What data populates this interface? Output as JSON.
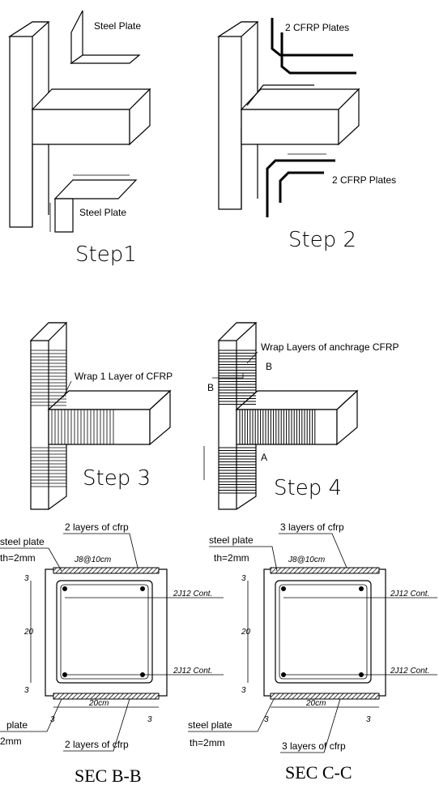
{
  "steps": {
    "step1": {
      "title": "Step1",
      "steel_plate_top": "Steel Plate",
      "steel_plate_bottom": "Steel Plate"
    },
    "step2": {
      "title": "Step 2",
      "cfrp_top": "2 CFRP Plates",
      "cfrp_bottom": "2 CFRP Plates"
    },
    "step3": {
      "title": "Step 3",
      "wrap_label": "Wrap 1 Layer of CFRP"
    },
    "step4": {
      "title": "Step 4",
      "wrap_label": "Wrap Layers of anchrage CFRP",
      "marker_b_left": "B",
      "marker_b_right": "B",
      "marker_a": "A"
    }
  },
  "sections": {
    "bb": {
      "title": "SEC  B-B",
      "top_layers": "2 layers of cfrp",
      "bottom_layers": "2 layers of cfrp",
      "steel_plate_top": "steel plate",
      "thickness_top": "th=2mm",
      "steel_plate_bottom": "plate",
      "thickness_bottom": "2mm",
      "stirrups": "J8@10cm",
      "top_bars": "2J12 Cont.",
      "bottom_bars": "2J12 Cont.",
      "height_dim": "20",
      "width_dim": "20cm",
      "cover_top": "3",
      "cover_bottom": "3",
      "cover_left": "3",
      "cover_right": "3"
    },
    "cc": {
      "title": "SEC  C-C",
      "top_layers": "3 layers of cfrp",
      "bottom_layers": "3 layers of cfrp",
      "steel_plate_top": "steel plate",
      "thickness_top": "th=2mm",
      "steel_plate_bottom": "steel plate",
      "thickness_bottom": "th=2mm",
      "stirrups": "J8@10cm",
      "top_bars": "2J12 Cont.",
      "bottom_bars": "2J12 Cont.",
      "height_dim": "20",
      "width_dim": "20cm",
      "cover_top": "3",
      "cover_bottom": "3",
      "cover_left": "3",
      "cover_right": "3"
    }
  }
}
